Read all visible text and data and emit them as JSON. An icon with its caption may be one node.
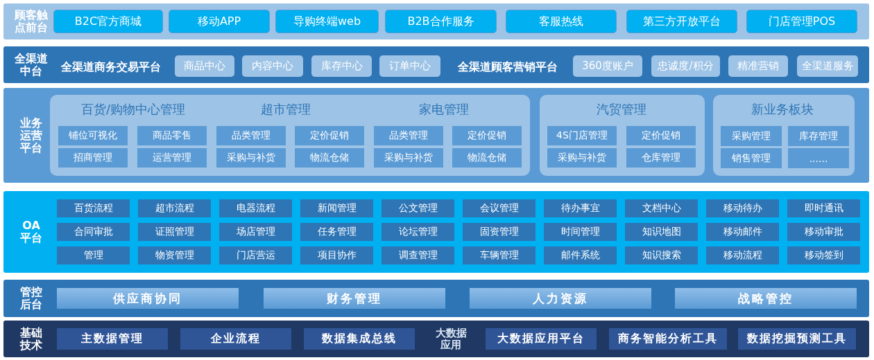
{
  "diagram": {
    "nodes": [
      {
        "text": [
          "顾客触点前台"
        ]
      },
      {
        "text": [
          "B2C官方商城"
        ],
        "in": 0
      },
      {
        "text": [
          "移动APP"
        ],
        "in": 0
      },
      {
        "text": [
          "导购终端web"
        ],
        "in": 0
      },
      {
        "text": [
          "B2B合作服务"
        ],
        "in": 0
      },
      {
        "text": [
          "客服热线"
        ],
        "in": 0
      },
      {
        "text": [
          "第三方开放平台"
        ],
        "in": 0
      },
      {
        "text": [
          "门店管理POS"
        ],
        "in": 0
      },
      {
        "text": [
          "全渠道中台",
          "全渠道商务交易平台",
          "全渠道顾客营销平台"
        ]
      },
      {
        "text": [
          "商品中心"
        ],
        "in": 8
      },
      {
        "text": [
          "内容中心"
        ],
        "in": 8
      },
      {
        "text": [
          "库存中心"
        ],
        "in": 8
      },
      {
        "text": [
          "订单中心"
        ],
        "in": 8
      },
      {
        "text": [
          "360度账户"
        ],
        "in": 8
      },
      {
        "text": [
          "忠诚度/积分"
        ],
        "in": 8
      },
      {
        "text": [
          "精准营销"
        ],
        "in": 8
      },
      {
        "text": [
          "全渠道服务"
        ],
        "in": 8
      },
      {
        "text": [
          "业务运营平台"
        ]
      },
      {
        "text": [
          "百货/购物中心管理",
          "超市管理",
          "家电管理"
        ],
        "in": 17
      },
      {
        "text": [
          "铺位可视化"
        ],
        "in": 18
      },
      {
        "text": [
          "商品零售"
        ],
        "in": 18
      },
      {
        "text": [
          "品类管理"
        ],
        "in": 18
      },
      {
        "text": [
          "定价促销"
        ],
        "in": 18
      },
      {
        "text": [
          "品类管理"
        ],
        "in": 18
      },
      {
        "text": [
          "定价促销"
        ],
        "in": 18
      },
      {
        "text": [
          "招商管理"
        ],
        "in": 18
      },
      {
        "text": [
          "运营管理"
        ],
        "in": 18
      },
      {
        "text": [
          "采购与补货"
        ],
        "in": 18
      },
      {
        "text": [
          "物流仓储"
        ],
        "in": 18
      },
      {
        "text": [
          "采购与补货"
        ],
        "in": 18
      },
      {
        "text": [
          "物流仓储"
        ],
        "in": 18
      },
      {
        "text": [
          "汽贸管理"
        ],
        "in": 17
      },
      {
        "text": [
          "4S门店管理"
        ],
        "in": 31
      },
      {
        "text": [
          "定价促销"
        ],
        "in": 31
      },
      {
        "text": [
          "采购与补货"
        ],
        "in": 31
      },
      {
        "text": [
          "仓库管理"
        ],
        "in": 31
      },
      {
        "text": [
          "新业务板块"
        ],
        "in": 17
      },
      {
        "text": [
          "采购管理"
        ],
        "in": 36
      },
      {
        "text": [
          "库存管理"
        ],
        "in": 36
      },
      {
        "text": [
          "销售管理"
        ],
        "in": 36
      },
      {
        "text": [
          "......"
        ],
        "in": 36
      },
      {
        "text": [
          "OA平台"
        ]
      },
      {
        "text": [
          "百货流程"
        ],
        "in": 41
      },
      {
        "text": [
          "超市流程"
        ],
        "in": 41
      },
      {
        "text": [
          "电器流程"
        ],
        "in": 41
      },
      {
        "text": [
          "新闻管理"
        ],
        "in": 41
      },
      {
        "text": [
          "公文管理"
        ],
        "in": 41
      },
      {
        "text": [
          "会议管理"
        ],
        "in": 41
      },
      {
        "text": [
          "待办事宜"
        ],
        "in": 41
      },
      {
        "text": [
          "文档中心"
        ],
        "in": 41
      },
      {
        "text": [
          "移动待办"
        ],
        "in": 41
      },
      {
        "text": [
          "即时通讯"
        ],
        "in": 41
      },
      {
        "text": [
          "合同审批"
        ],
        "in": 41
      },
      {
        "text": [
          "证照管理"
        ],
        "in": 41
      },
      {
        "text": [
          "场店管理"
        ],
        "in": 41
      },
      {
        "text": [
          "任务管理"
        ],
        "in": 41
      },
      {
        "text": [
          "论坛管理"
        ],
        "in": 41
      },
      {
        "text": [
          "固资管理"
        ],
        "in": 41
      },
      {
        "text": [
          "时间管理"
        ],
        "in": 41
      },
      {
        "text": [
          "知识地图"
        ],
        "in": 41
      },
      {
        "text": [
          "移动邮件"
        ],
        "in": 41
      },
      {
        "text": [
          "移动审批"
        ],
        "in": 41
      },
      {
        "text": [
          "管理"
        ],
        "in": 41
      },
      {
        "text": [
          "物资管理"
        ],
        "in": 41
      },
      {
        "text": [
          "门店营运"
        ],
        "in": 41
      },
      {
        "text": [
          "项目协作"
        ],
        "in": 41
      },
      {
        "text": [
          "调查管理"
        ],
        "in": 41
      },
      {
        "text": [
          "车辆管理"
        ],
        "in": 41
      },
      {
        "text": [
          "邮件系统"
        ],
        "in": 41
      },
      {
        "text": [
          "知识搜索"
        ],
        "in": 41
      },
      {
        "text": [
          "移动流程"
        ],
        "in": 41
      },
      {
        "text": [
          "移动签到"
        ],
        "in": 41
      },
      {
        "text": [
          "管控后台"
        ]
      },
      {
        "text": [
          "供应商协同"
        ],
        "in": 72
      },
      {
        "text": [
          "财务管理"
        ],
        "in": 72
      },
      {
        "text": [
          "人力资源"
        ],
        "in": 72
      },
      {
        "text": [
          "战略管控"
        ],
        "in": 72
      },
      {
        "text": [
          "基础技术",
          "大数据应用"
        ]
      },
      {
        "text": [
          "主数据管理"
        ],
        "in": 77
      },
      {
        "text": [
          "企业流程"
        ],
        "in": 77
      },
      {
        "text": [
          "数据集成总线"
        ],
        "in": 77
      },
      {
        "text": [
          "大数据应用平台"
        ],
        "in": 77
      },
      {
        "text": [
          "商务智能分析工具"
        ],
        "in": 77
      },
      {
        "text": [
          "数据挖掘预测工具"
        ],
        "in": 77
      }
    ]
  }
}
